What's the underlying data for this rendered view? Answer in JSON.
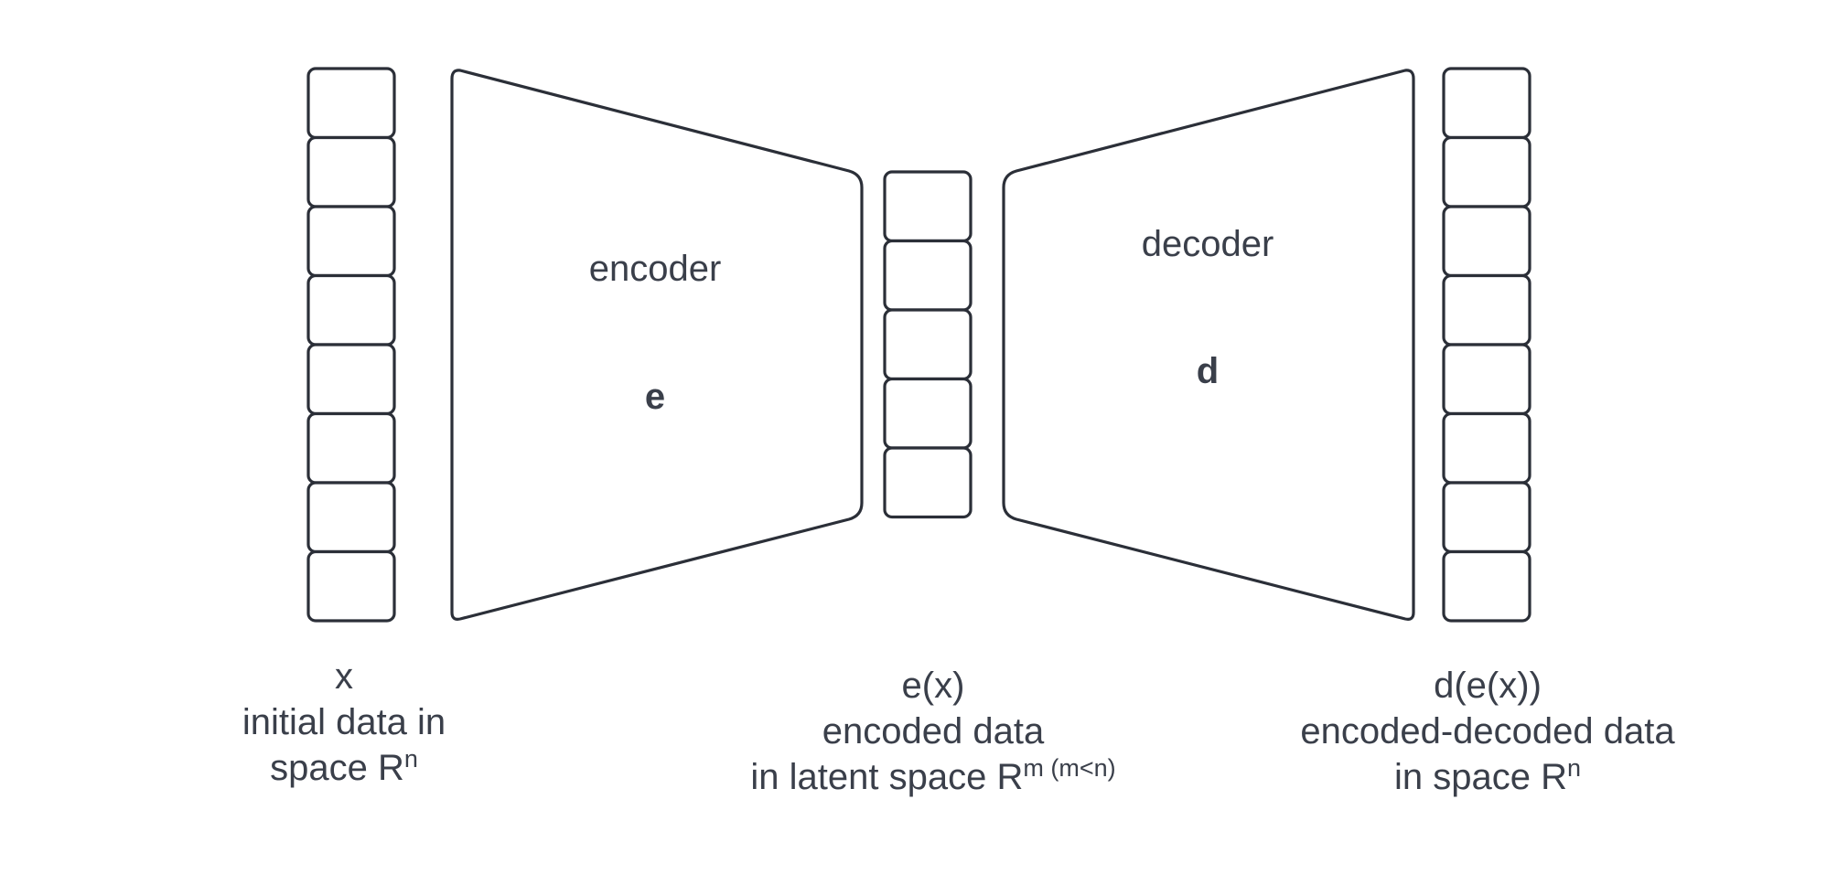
{
  "input": {
    "symbol": "x",
    "description_line1": "initial data in",
    "description_line2": "space R",
    "description_line2_sup": "n",
    "cells": 8
  },
  "encoder": {
    "name": "encoder",
    "symbol": "e"
  },
  "latent": {
    "symbol": "e(x)",
    "description_line1": "encoded data",
    "description_line2": "in latent space R",
    "description_line2_sup": "m (m<n)",
    "cells": 5
  },
  "decoder": {
    "name": "decoder",
    "symbol": "d"
  },
  "output": {
    "symbol": "d(e(x))",
    "description_line1": "encoded-decoded data",
    "description_line2": "in space R",
    "description_line2_sup": "n",
    "cells": 8
  }
}
